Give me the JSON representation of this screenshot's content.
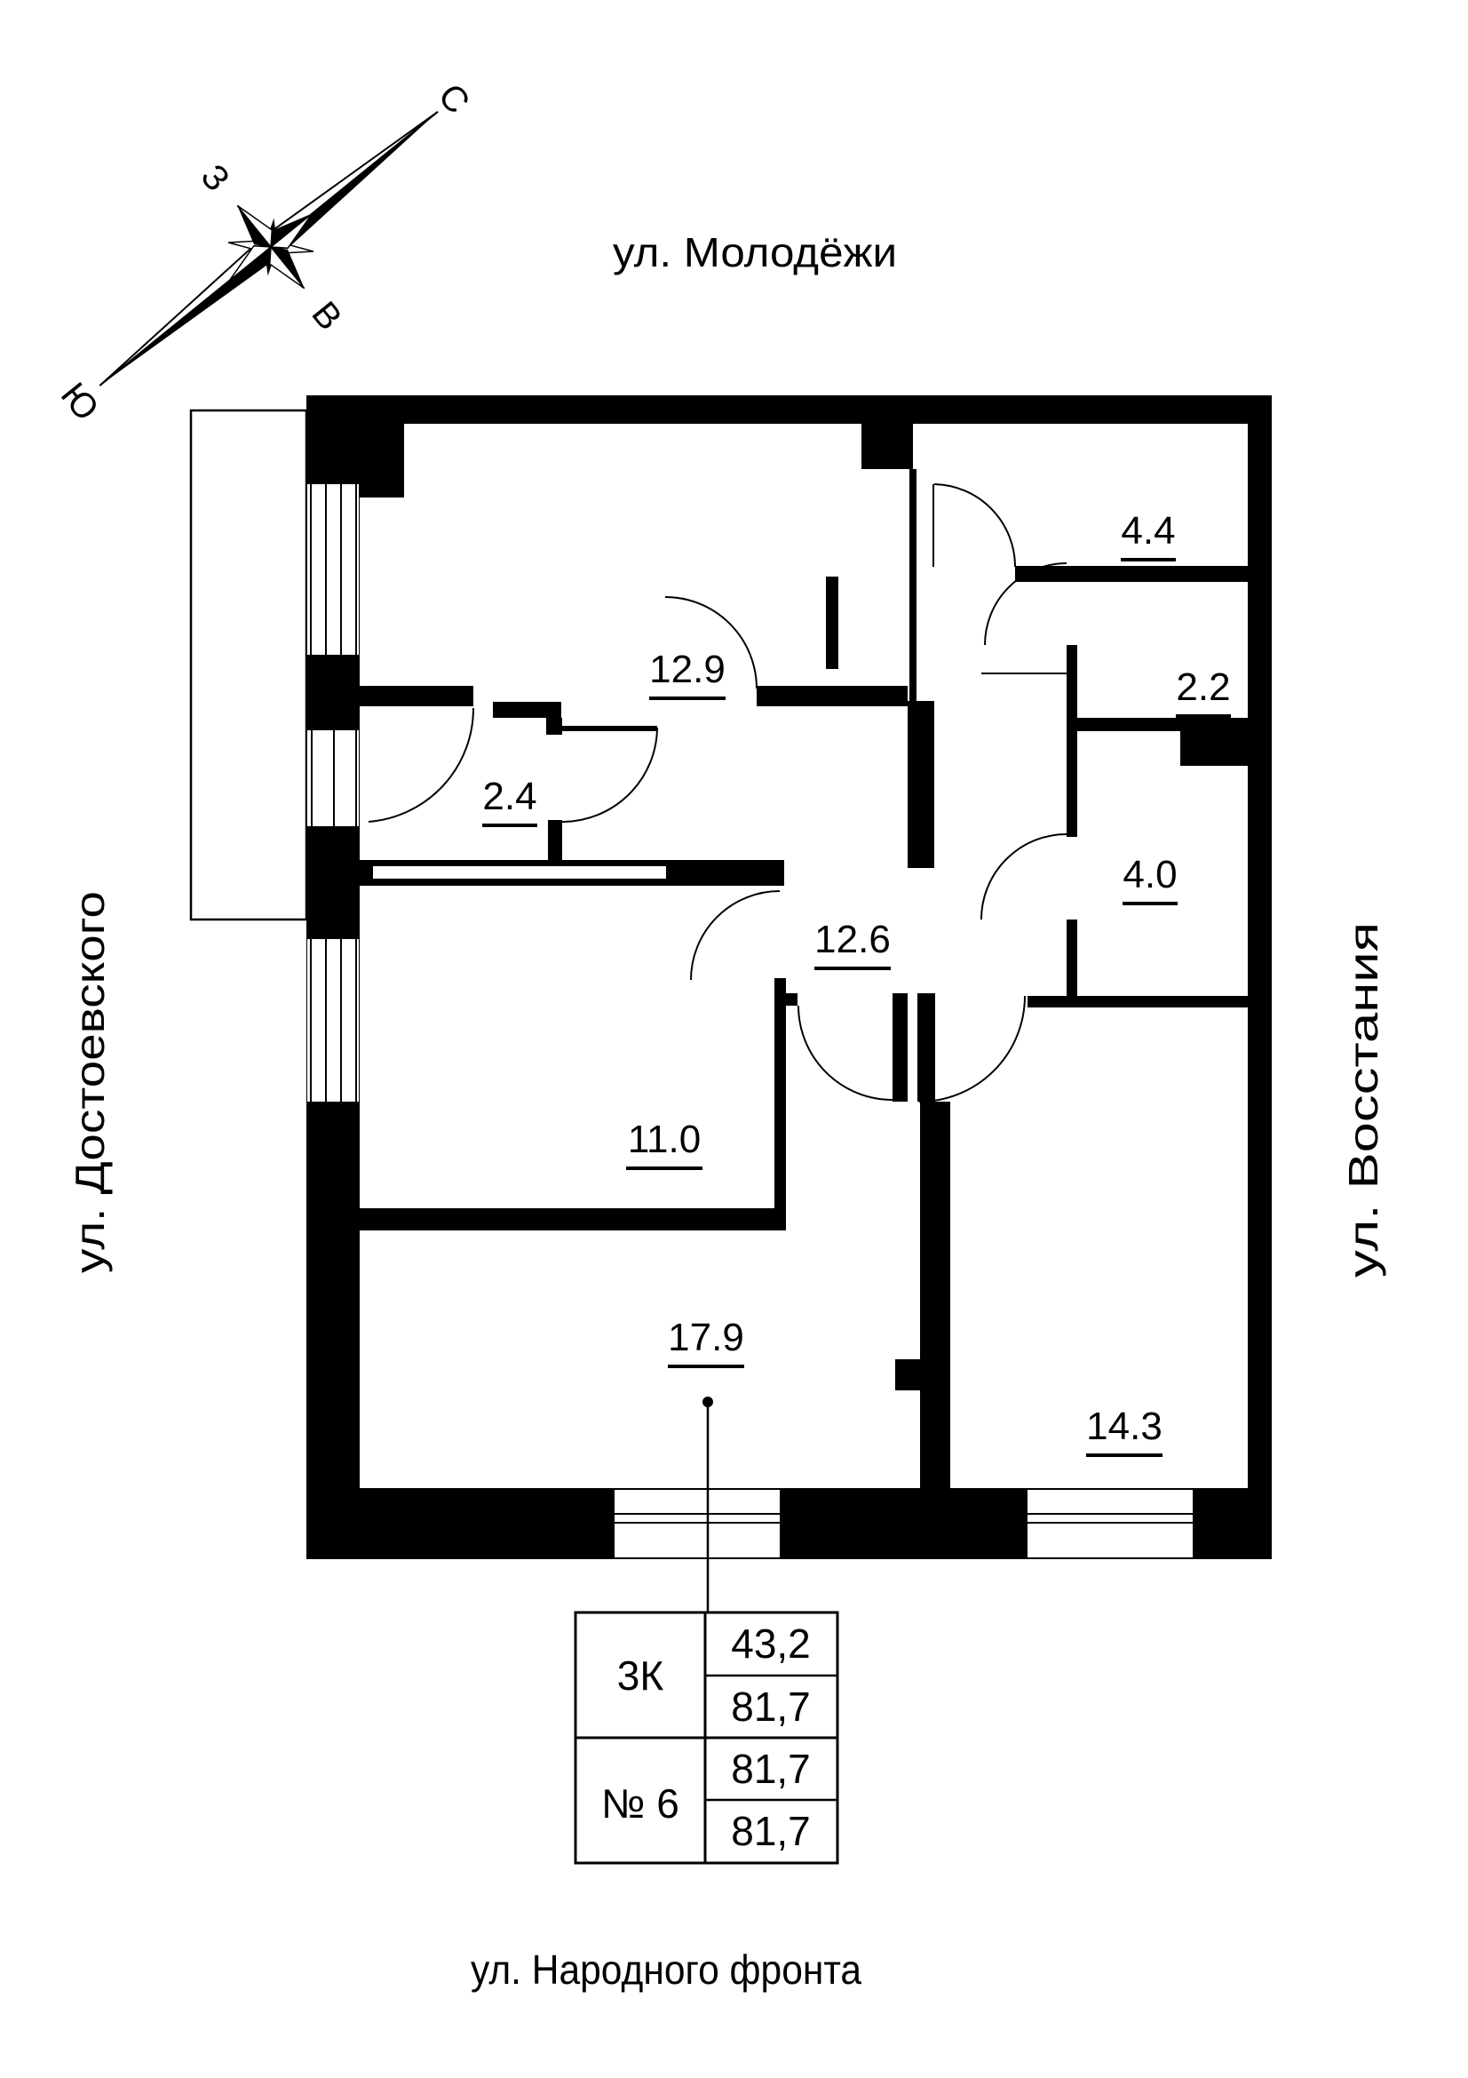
{
  "plan": {
    "title": "apartment floor plan",
    "ink_color": "#000000",
    "background_color": "#ffffff"
  },
  "compass": {
    "north_label": "С",
    "south_label": "Ю",
    "west_label": "З",
    "east_label": "В"
  },
  "streets": {
    "top": "ул. Молодёжи",
    "left": "ул. Достоевского",
    "right": "ул. Восстания",
    "bottom": "ул. Народного фронта"
  },
  "rooms": {
    "r129": {
      "name": "room",
      "area": "12.9"
    },
    "r24": {
      "name": "hallway",
      "area": "2.4"
    },
    "r126": {
      "name": "hall",
      "area": "12.6"
    },
    "r110": {
      "name": "room",
      "area": "11.0"
    },
    "r179": {
      "name": "living-room",
      "area": "17.9"
    },
    "r143": {
      "name": "room",
      "area": "14.3"
    },
    "r44": {
      "name": "room",
      "area": "4.4"
    },
    "r22": {
      "name": "bathroom",
      "area": "2.2"
    },
    "r40": {
      "name": "bathroom",
      "area": "4.0"
    }
  },
  "info_table": {
    "type_label": "3К",
    "number_label": "№ 6",
    "living_area": "43,2",
    "area_1": "81,7",
    "area_2": "81,7",
    "area_3": "81,7"
  }
}
